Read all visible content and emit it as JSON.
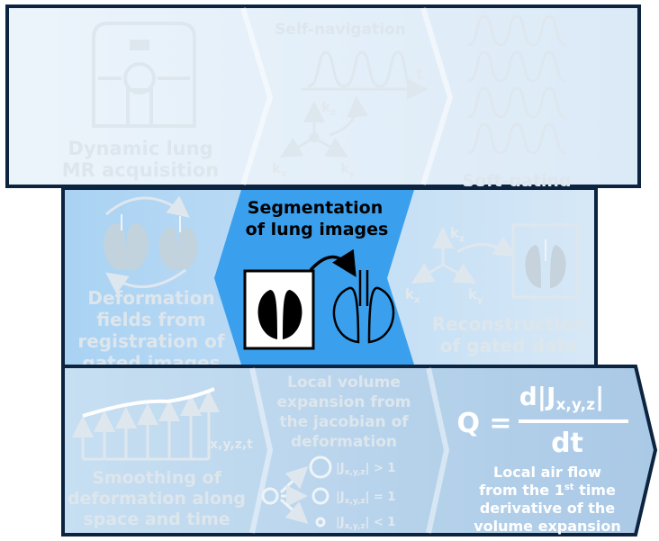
{
  "panel1": {
    "acquisition": [
      "Dynamic lung",
      "MR acquisition"
    ],
    "self_navigation": "Self-navigation",
    "time_axis": "t",
    "kx": "k",
    "kx_sub": "x",
    "ky": "k",
    "ky_sub": "y",
    "kz": "k",
    "kz_sub": "z",
    "soft_gating": "Soft-gating"
  },
  "panel2": {
    "deformation": [
      "Deformation",
      "fields from",
      "registration of",
      "gated images"
    ],
    "segmentation": [
      "Segmentation",
      "of lung images"
    ],
    "reconstruction": [
      "Reconstruction",
      "of gated data"
    ],
    "kx": "k",
    "kx_sub": "x",
    "ky": "k",
    "ky_sub": "y",
    "kz": "k",
    "kz_sub": "z"
  },
  "panel3": {
    "axis_label": "x,y,z,t",
    "smoothing": [
      "Smoothing of",
      "deformation along",
      "space and time"
    ],
    "volume": [
      "Local volume",
      "expansion from",
      "the jacobian of",
      "deformation"
    ],
    "jac_sub": "x,y,z",
    "jac_gt": "> 1",
    "jac_eq": "= 1",
    "jac_lt": "< 1",
    "formula_q": "Q =",
    "formula_num": "d|J",
    "formula_num_sub": "x,y,z",
    "formula_den": "dt",
    "airflow_line1": "Local air flow",
    "airflow_line2_pre": "from the 1",
    "airflow_line2_sup": "st",
    "airflow_line2_post": " time",
    "airflow_line3": "derivative of the",
    "airflow_line4": "volume expansion"
  },
  "colors": {
    "panel_light": "#e7f1fa",
    "panel_mid": "#cfe5f7",
    "panel_dark": "#bfd8ec",
    "segmentation_accent": "#3aa0ee",
    "border": "#0c2440",
    "faded": "#dde6ec"
  }
}
